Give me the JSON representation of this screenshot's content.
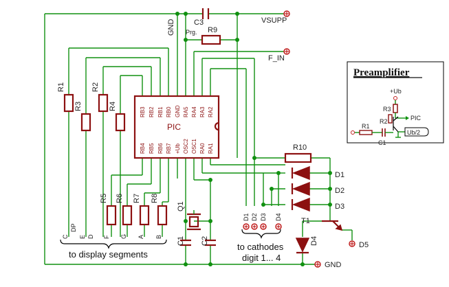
{
  "nets": {
    "vsupp": "VSUPP",
    "gnd_top": "GND",
    "gnd_bottom": "GND",
    "f_in": "F_IN",
    "prg": "Prg."
  },
  "ic": {
    "name": "PIC",
    "top_pins": [
      "RB3",
      "RB2",
      "RB1",
      "RB0",
      "GND",
      "RA5",
      "RA4",
      "RA3",
      "RA2"
    ],
    "bottom_pins": [
      "RB4",
      "RB5",
      "RB6",
      "RB7",
      "+Ub",
      "OSC2",
      "OSC1",
      "RA0",
      "RA1"
    ]
  },
  "parts": {
    "c3": "C3",
    "r9": "R9",
    "r1": "R1",
    "r2": "R2",
    "r3": "R3",
    "r4": "R4",
    "r5": "R5",
    "r6": "R6",
    "r7": "R7",
    "r8": "R8",
    "q1": "Q1",
    "c1": "C1",
    "c2": "C2",
    "r10": "R10",
    "d1": "D1",
    "d2": "D2",
    "d3": "D3",
    "d4": "D4",
    "d5": "D5",
    "t1": "T1"
  },
  "segments": [
    "C",
    "DP",
    "E",
    "D",
    "F",
    "G",
    "A",
    "B"
  ],
  "cathodes": [
    "D1",
    "D2",
    "D3",
    "D4"
  ],
  "captions": {
    "segments": "to display segments",
    "cathodes_line1": "to cathodes",
    "cathodes_line2": "digit 1... 4"
  },
  "inset": {
    "title": "Preamplifier",
    "ub": "+Ub",
    "r3": "R3",
    "r2": "R2",
    "r1": "R1",
    "c1": "C1",
    "pic": "PIC",
    "ub2": "Ub/2"
  },
  "colors": {
    "wire": "#109010",
    "component": "#8c1010",
    "terminal": "#c02020"
  }
}
